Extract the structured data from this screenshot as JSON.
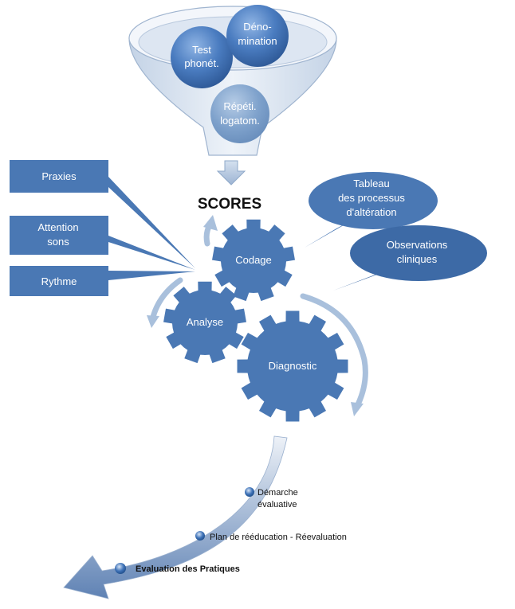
{
  "funnel": {
    "inputs": [
      {
        "lines": [
          "Test",
          "phonét."
        ]
      },
      {
        "lines": [
          "Déno-",
          "mination"
        ]
      },
      {
        "lines": [
          "Répéti.",
          "logatom."
        ]
      }
    ]
  },
  "scores_label": "SCORES",
  "left_boxes": [
    {
      "lines": [
        "Praxies"
      ]
    },
    {
      "lines": [
        "Attention",
        "sons"
      ]
    },
    {
      "lines": [
        "Rythme"
      ]
    }
  ],
  "gears": [
    {
      "label": "Codage"
    },
    {
      "label": "Analyse"
    },
    {
      "label": "Diagnostic"
    }
  ],
  "callouts": [
    {
      "lines": [
        "Tableau",
        "des processus",
        "d'altération"
      ]
    },
    {
      "lines": [
        "Observations",
        "cliniques"
      ]
    }
  ],
  "steps": [
    {
      "lines": [
        "Démarche",
        "évaluative"
      ]
    },
    {
      "lines": [
        "Plan de rééducation - Réevaluation"
      ]
    },
    {
      "lines": [
        "Evaluation des Pratiques"
      ]
    }
  ],
  "colors": {
    "primary_blue": "#4a78b4",
    "dark_blue": "#3d6aa6",
    "light_blue": "#a9c0dc",
    "sphere_top": "#8fb0dc"
  }
}
